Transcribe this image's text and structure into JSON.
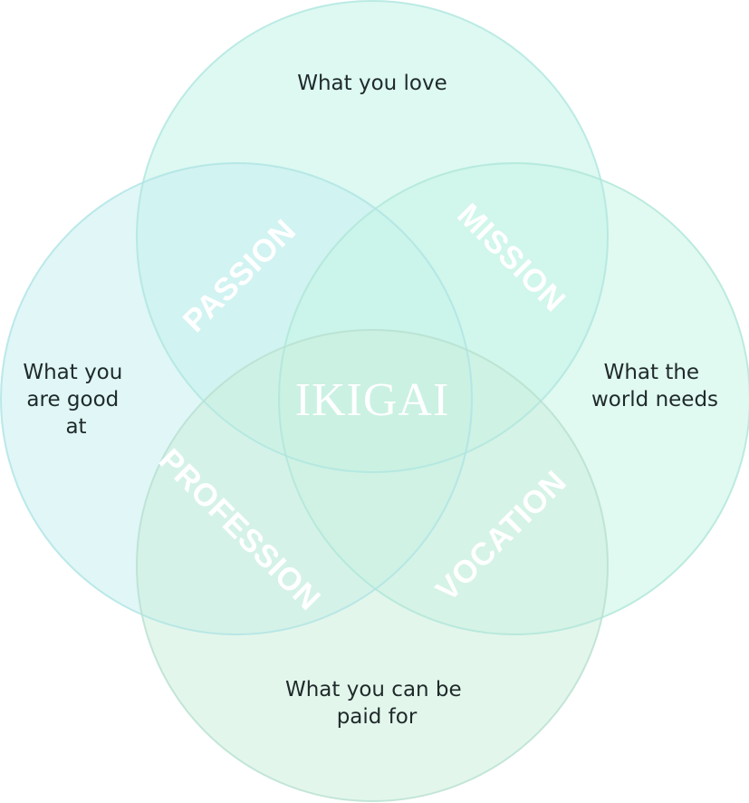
{
  "circles": {
    "top": {
      "lines": [
        "What you love"
      ],
      "fill": "#c8f5ea",
      "stroke": "#aee6de"
    },
    "left": {
      "lines": [
        "What you",
        "are good",
        "at"
      ],
      "fill": "#c6eef0",
      "stroke": "#aee3e4"
    },
    "right": {
      "lines": [
        "What the",
        "world needs"
      ],
      "fill": "#c6f4e6",
      "stroke": "#aee6d8"
    },
    "bottom": {
      "lines": [
        "What you can be",
        "paid for"
      ],
      "fill": "#cceedd",
      "stroke": "#b6e0cf"
    }
  },
  "zones": {
    "passion": "PASSION",
    "mission": "MISSION",
    "profession": "PROFESSION",
    "vocation": "VOCATION"
  },
  "center": "IKIGAI"
}
